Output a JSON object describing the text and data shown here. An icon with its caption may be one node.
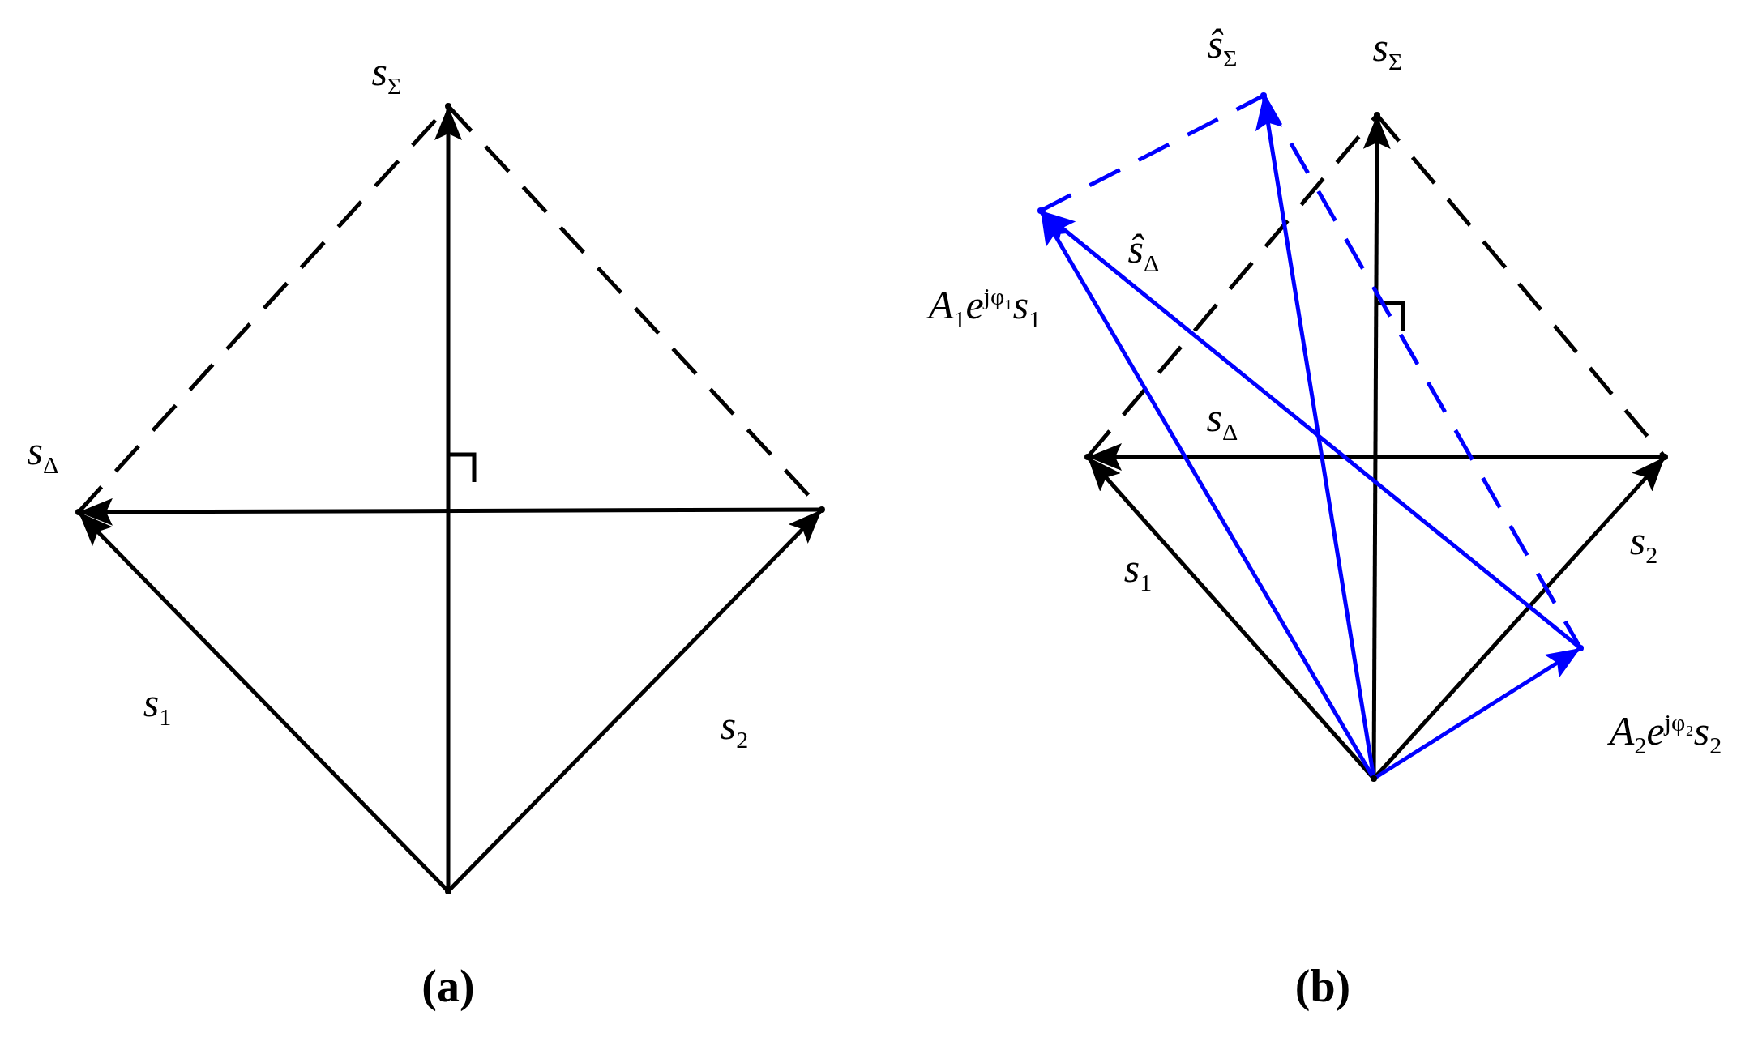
{
  "diagram": {
    "nodes": [
      {
        "text": [],
        "shape": "point"
      },
      {
        "text": [],
        "shape": "point"
      },
      {
        "text": [],
        "shape": "point"
      },
      {
        "text": [],
        "shape": "point"
      },
      {
        "text": [],
        "shape": "point"
      },
      {
        "text": [],
        "shape": "point"
      },
      {
        "text": [],
        "shape": "point"
      },
      {
        "text": [],
        "shape": "point"
      },
      {
        "text": [],
        "shape": "point"
      },
      {
        "text": [],
        "shape": "point"
      },
      {
        "text": [],
        "shape": "point"
      }
    ],
    "edges": [
      {
        "from": 0,
        "to": 1,
        "arrow": "to"
      },
      {
        "from": 0,
        "to": 2,
        "arrow": "to"
      },
      {
        "from": 0,
        "to": 3,
        "arrow": "to"
      },
      {
        "from": 3,
        "to": 2,
        "arrow": "to"
      },
      {
        "from": 2,
        "to": 1,
        "arrow": "none",
        "style": "dashed"
      },
      {
        "from": 1,
        "to": 3,
        "arrow": "none",
        "style": "dashed"
      },
      {
        "from": 4,
        "to": 5,
        "arrow": "to"
      },
      {
        "from": 4,
        "to": 6,
        "arrow": "to"
      },
      {
        "from": 4,
        "to": 7,
        "arrow": "to"
      },
      {
        "from": 7,
        "to": 6,
        "arrow": "to"
      },
      {
        "from": 6,
        "to": 5,
        "arrow": "none",
        "style": "dashed"
      },
      {
        "from": 5,
        "to": 7,
        "arrow": "none",
        "style": "dashed"
      },
      {
        "from": 4,
        "to": 9,
        "arrow": "to",
        "color": "#0000ff"
      },
      {
        "from": 4,
        "to": 10,
        "arrow": "to",
        "color": "#0000ff"
      },
      {
        "from": 4,
        "to": 8,
        "arrow": "to",
        "color": "#0000ff"
      },
      {
        "from": 10,
        "to": 9,
        "arrow": "to",
        "color": "#0000ff"
      },
      {
        "from": 9,
        "to": 8,
        "arrow": "none",
        "style": "dashed",
        "color": "#0000ff"
      },
      {
        "from": 8,
        "to": 10,
        "arrow": "none",
        "style": "dashed",
        "color": "#0000ff"
      }
    ],
    "labels": [
      "*s*$_{Σ}$",
      "*s*$_{Δ}$",
      "*s*$_{1}$",
      "*s*$_{2}$",
      "(a)",
      "*ŝ*$_{Σ}$",
      "*s*$_{Σ}$",
      "*ŝ*$_{Δ}$",
      "*A*$_{1}$*e*$^{jφ₁}$*s*$_{1}$",
      "*s*$_{Δ}$",
      "*s*$_{1}$",
      "*s*$_{2}$",
      "*A*$_{2}$*e*$^{jφ₂}$*s*$_{2}$",
      "(b)"
    ]
  }
}
